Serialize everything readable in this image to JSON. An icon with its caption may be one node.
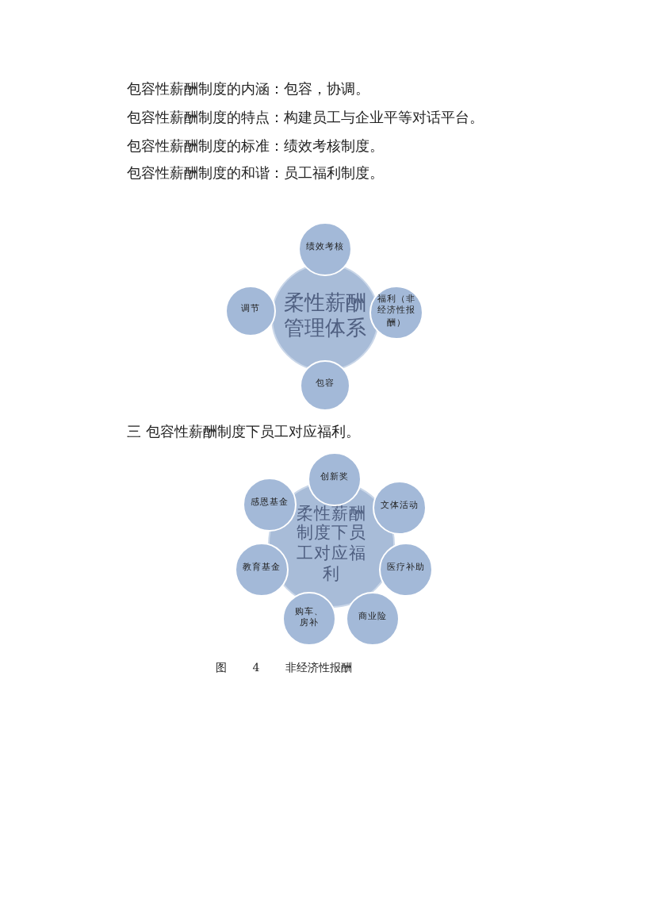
{
  "diagram": {
    "caption": "图 4 非经济性报酬",
    "nodes": [
      {
        "text": [
          "柔性薪酬管理体系"
        ]
      },
      {
        "text": [
          "绩效考核"
        ]
      },
      {
        "text": [
          "调节"
        ]
      },
      {
        "text": [
          "福利（非经济性报酬）"
        ]
      },
      {
        "text": [
          "包容"
        ]
      },
      {
        "text": [
          "柔性薪酬制度下员工对应福利"
        ]
      },
      {
        "text": [
          "创新奖"
        ]
      },
      {
        "text": [
          "感恩基金"
        ]
      },
      {
        "text": [
          "文体活动"
        ]
      },
      {
        "text": [
          "教育基金"
        ]
      },
      {
        "text": [
          "医疗补助"
        ]
      },
      {
        "text": [
          "购车、房补"
        ]
      },
      {
        "text": [
          "商业险"
        ]
      }
    ],
    "labels": [
      "包容性薪酬制度的内涵：包容，协调。",
      "包容性薪酬制度的特点：构建员工与企业平等对话平台。",
      "包容性薪酬制度的标准：绩效考核制度。",
      "包容性薪酬制度的和谐：员工福利制度。",
      "三 包容性薪酬制度下员工对应福利。"
    ]
  }
}
